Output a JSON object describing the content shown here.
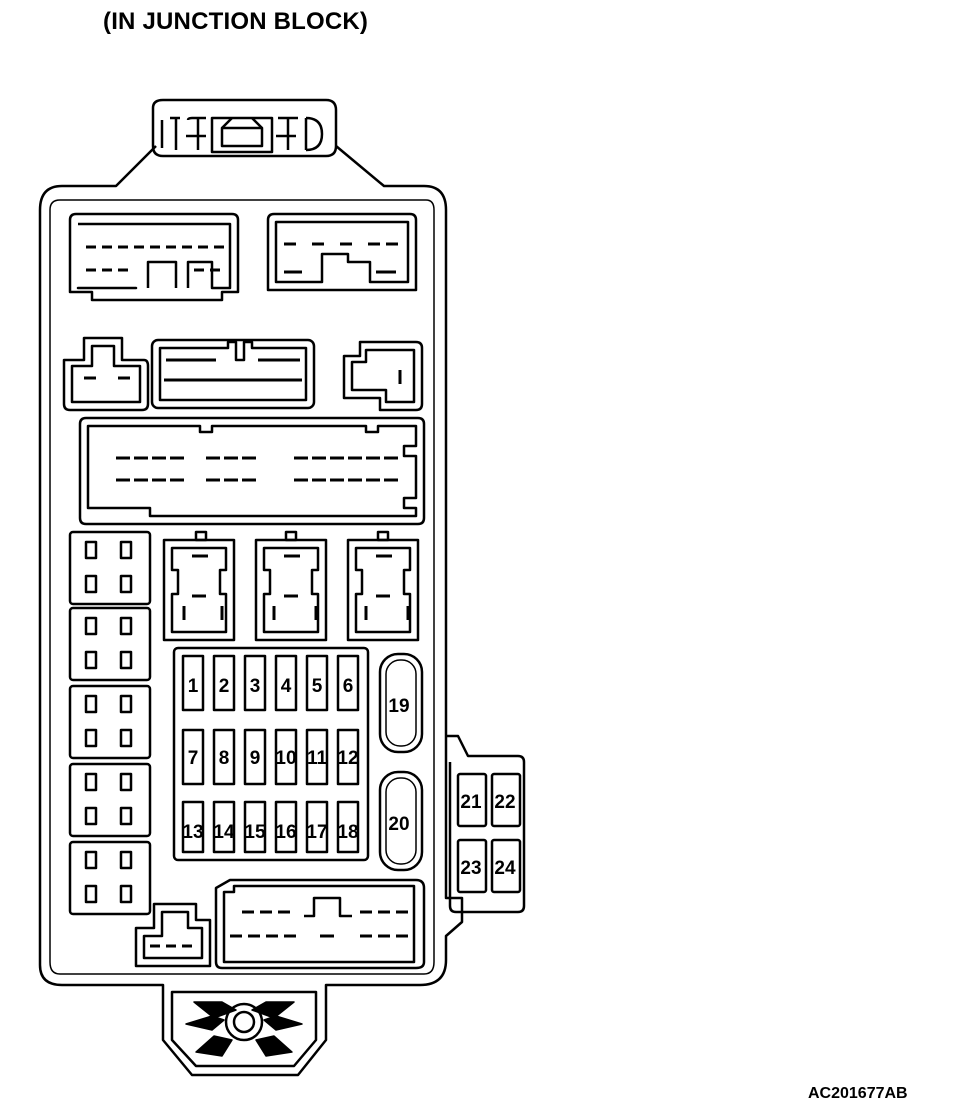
{
  "title": "(IN JUNCTION BLOCK)",
  "figure_code": "AC201677AB",
  "colors": {
    "line": "#000000",
    "background": "#ffffff"
  },
  "fuses_main": [
    [
      "1",
      "2",
      "3",
      "4",
      "5",
      "6"
    ],
    [
      "7",
      "8",
      "9",
      "10",
      "11",
      "12"
    ],
    [
      "13",
      "14",
      "15",
      "16",
      "17",
      "18"
    ]
  ],
  "fuses_large": [
    "19",
    "20"
  ],
  "fuses_side": [
    [
      "21",
      "22"
    ],
    [
      "23",
      "24"
    ]
  ]
}
